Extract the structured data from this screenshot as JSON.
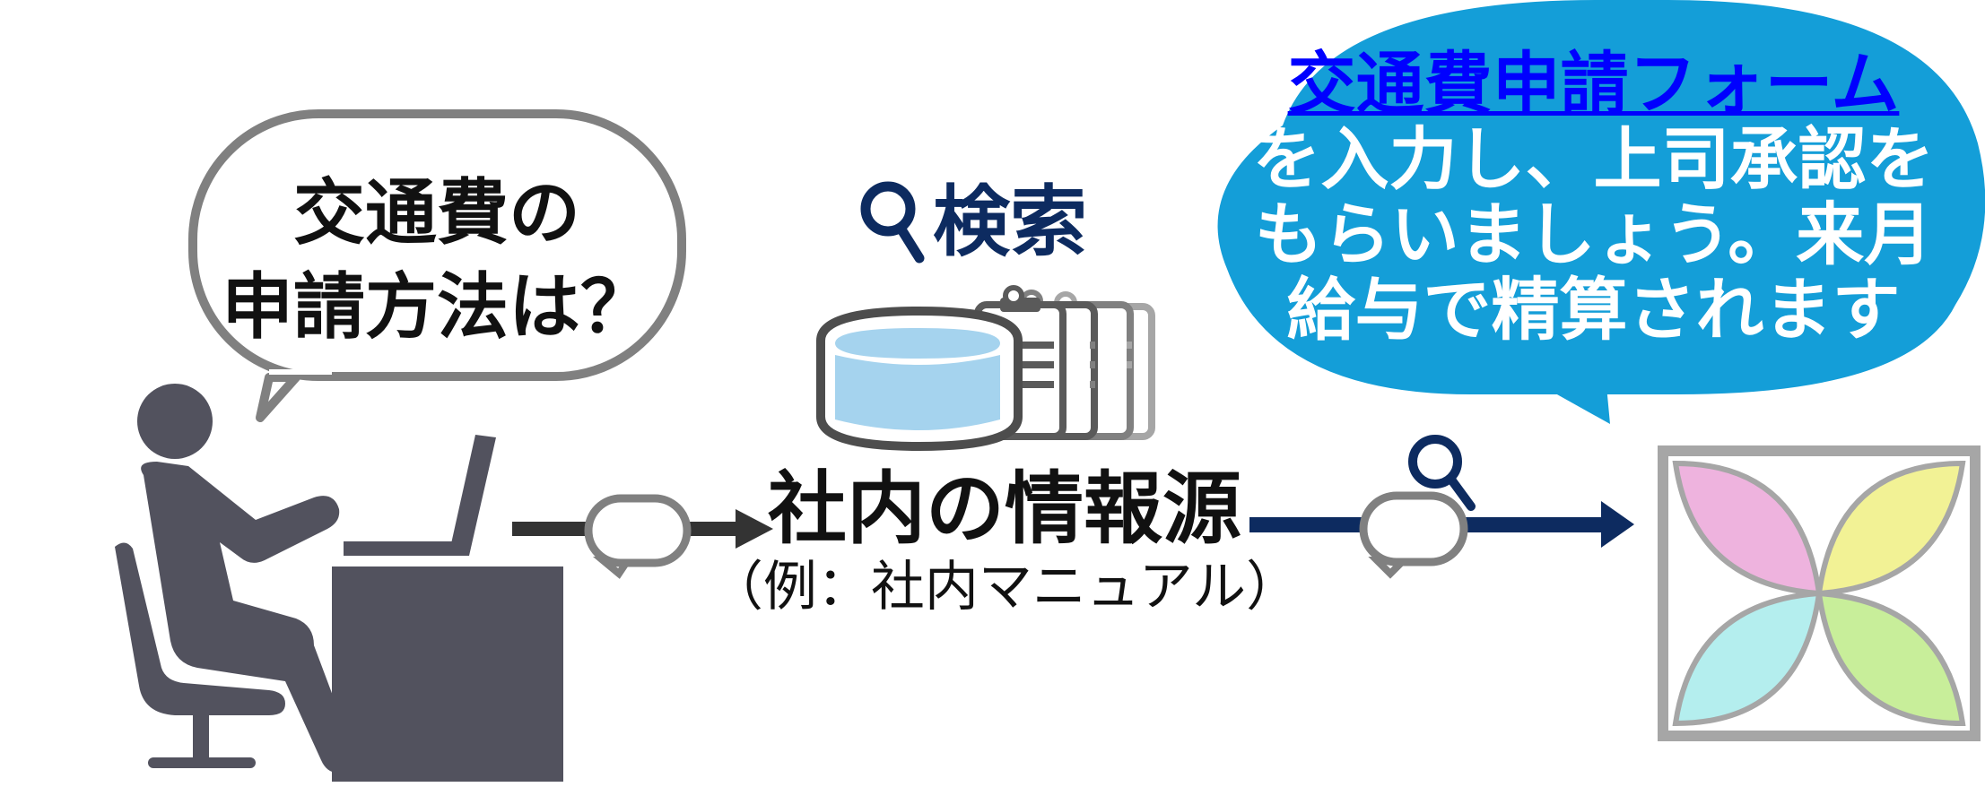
{
  "question": {
    "lines": [
      "交通費の",
      "申請方法は？"
    ]
  },
  "search": {
    "label": "検索"
  },
  "source": {
    "title": "社内の情報源",
    "example": "（例：社内マニュアル）"
  },
  "answer": {
    "link_text": "交通費申請フォーム",
    "lines": [
      "を入力し、上司承認を",
      "もらいましょう。来月",
      "給与で精算されます"
    ]
  },
  "colors": {
    "answer_bubble": "#149ed8",
    "link": "#0000ff",
    "navy": "#0d2b60",
    "person": "#52525e",
    "gray_border": "#808080"
  }
}
